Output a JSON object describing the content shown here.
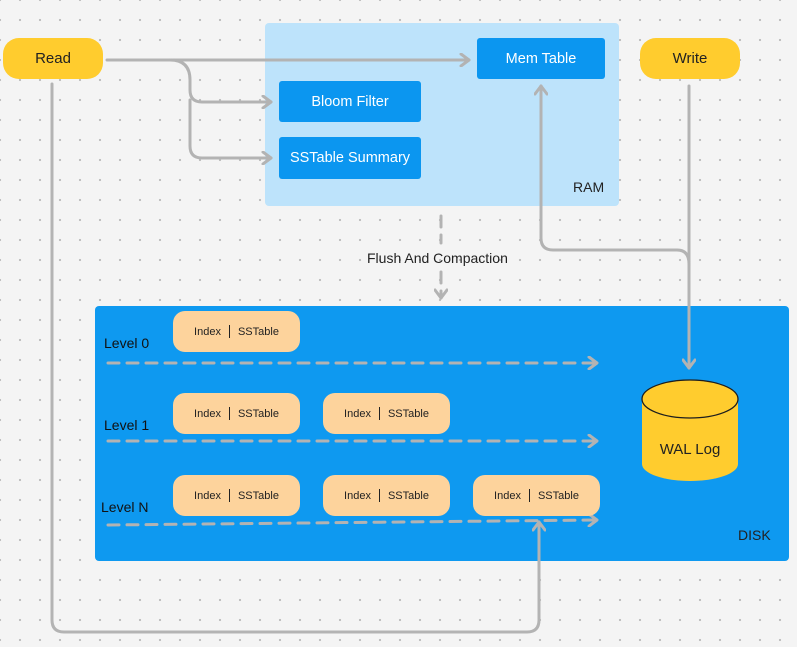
{
  "nodes": {
    "read": "Read",
    "write": "Write",
    "mem_table": "Mem Table",
    "bloom_filter": "Bloom Filter",
    "sstable_summary": "SSTable Summary",
    "wal_log": "WAL Log",
    "flush_label": "Flush And Compaction"
  },
  "regions": {
    "ram": "RAM",
    "disk": "DISK"
  },
  "levels": [
    {
      "label": "Level 0",
      "tables": [
        {
          "left": "Index",
          "right": "SSTable"
        }
      ]
    },
    {
      "label": "Level 1",
      "tables": [
        {
          "left": "Index",
          "right": "SSTable"
        },
        {
          "left": "Index",
          "right": "SSTable"
        }
      ]
    },
    {
      "label": "Level N",
      "tables": [
        {
          "left": "Index",
          "right": "SSTable"
        },
        {
          "left": "Index",
          "right": "SSTable"
        },
        {
          "left": "Index",
          "right": "SSTable"
        }
      ]
    }
  ],
  "colors": {
    "pill": "#ffcc2e",
    "ram_region": "#bde3fb",
    "disk_region": "#0e99f0",
    "blue_box": "#0b96f0",
    "sstable": "#fdd39c",
    "connector": "#b3b3b3"
  }
}
